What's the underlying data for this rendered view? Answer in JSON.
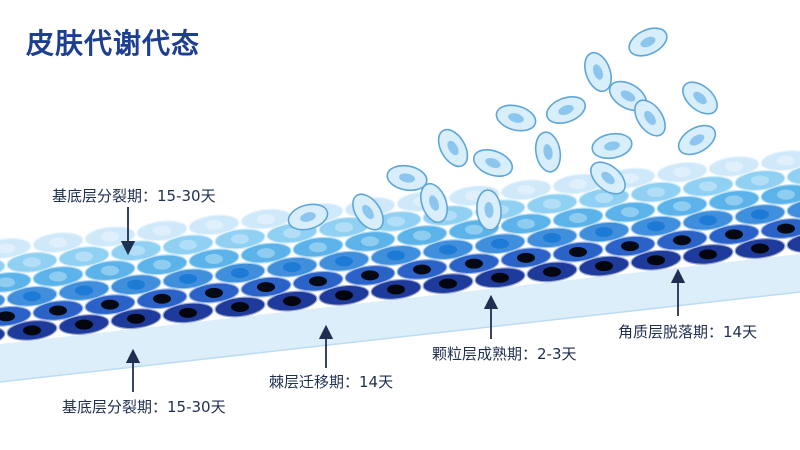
{
  "title": "皮肤代谢代态",
  "labels": {
    "basal_top": "基底层分裂期：15-30天",
    "basal_bottom": "基底层分裂期：15-30天",
    "spinous": "棘层迁移期：14天",
    "granular": "颗粒层成熟期：2-3天",
    "horny": "角质层脱落期：14天"
  },
  "colors": {
    "title": "#1d3f8f",
    "text": "#1f2f4f",
    "arrow": "#1f2f4f",
    "dermis": "#dceefa",
    "layer_basal": "#1e3a9a",
    "layer_3": "#2a62c8",
    "layer_2": "#3f8fdc",
    "layer_spinous": "#5bb3ea",
    "layer_granular": "#8fd0f3",
    "layer_horny": "#cfe9fa"
  }
}
